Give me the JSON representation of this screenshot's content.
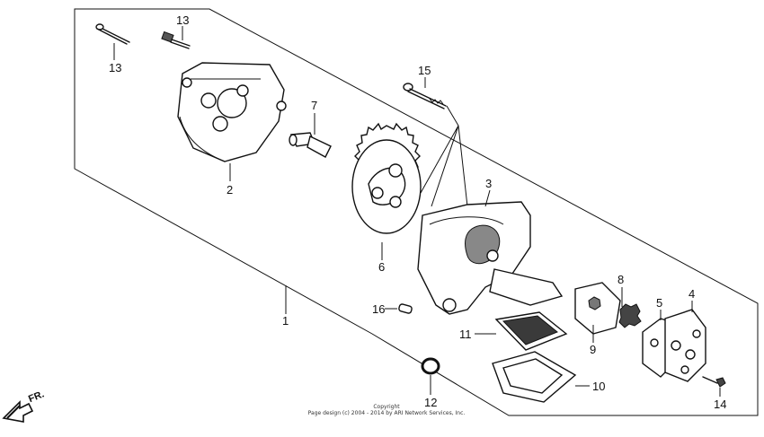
{
  "callouts": {
    "c1": "1",
    "c2": "2",
    "c3": "3",
    "c4": "4",
    "c5": "5",
    "c6": "6",
    "c7": "7",
    "c8": "8",
    "c9": "9",
    "c10": "10",
    "c11": "11",
    "c12": "12",
    "c13a": "13",
    "c13b": "13",
    "c14": "14",
    "c15": "15",
    "c16": "16"
  },
  "direction_label": "FR.",
  "copyright": {
    "line1": "Copyright",
    "line2": "Page design (c) 2004 - 2014 by ARI Network Services, Inc."
  }
}
